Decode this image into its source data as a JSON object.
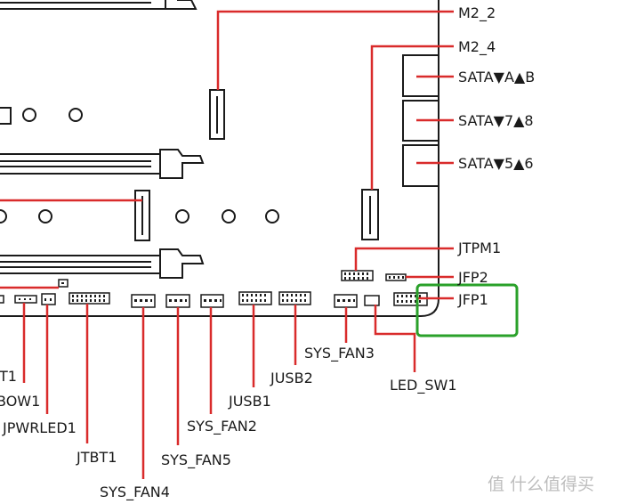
{
  "labels": {
    "m2_2": "M2_2",
    "m2_4": "M2_4",
    "sata_ab": "SATA▼A▲B",
    "sata_78": "SATA▼7▲8",
    "sata_56": "SATA▼5▲6",
    "jtpm1": "JTPM1",
    "jfp2": "JFP2",
    "jfp1": "JFP1",
    "sys_fan3": "SYS_FAN3",
    "led_sw1": "LED_SW1",
    "jusb2": "JUSB2",
    "jusb1": "JUSB1",
    "sys_fan2": "SYS_FAN2",
    "sys_fan5": "SYS_FAN5",
    "sys_fan4": "SYS_FAN4",
    "jtbt1": "JTBT1",
    "jpwrled1": "JPWRLED1",
    "jrainbow1_partial": "BOW1",
    "jtbt_partial": "T1"
  },
  "watermark": {
    "text": "值 什么值得买"
  },
  "colors": {
    "leader": "#d92b2b",
    "outline": "#1a1a1a",
    "highlight": "#2aa12a"
  }
}
